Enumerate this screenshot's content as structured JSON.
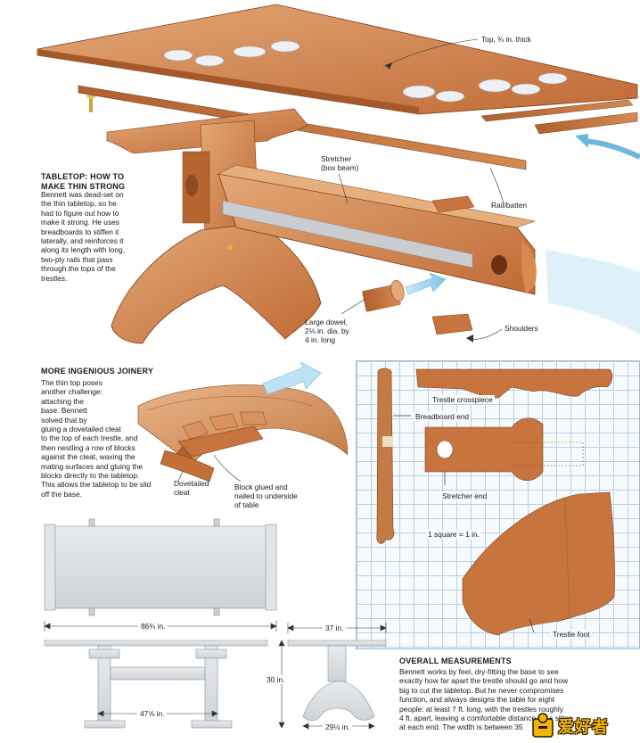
{
  "callouts": {
    "top": "Top, ¾ in. thick",
    "stretcher": "Stretcher\n(box beam)",
    "rail": "Rail/batten",
    "dowel": "Large dowel,\n2⅛ in. dia. by\n4 in. long",
    "shoulders": "Shoulders",
    "dovetailed_cleat": "Dovetailed\ncleat",
    "block_glued": "Block glued and\nnailed to underside\nof table"
  },
  "sections": {
    "tabletop": {
      "heading": "TABLETOP: HOW TO\nMAKE THIN STRONG",
      "body": "Bennett was dead-set on\nthe thin tabletop, so he\nhad to figure out how to\nmake it strong. He uses\nbreadboards to stiffen it\nlaterally, and reinforces it\nalong its length with long,\ntwo-ply rails that pass\nthrough the tops of the\ntrestles."
    },
    "joinery": {
      "heading": "MORE INGENIOUS JOINERY",
      "body": "The thin top poses\nanother challenge:\nattaching the\nbase. Bennett\nsolved that by\ngluing a dovetailed cleat\nto the top of each trestle, and\nthen nestling a row of blocks\nagainst the cleat, waxing the\nmating surfaces and gluing the\nblocks directly to the tabletop.\nThis allows the tabletop to be slid\noff the base."
    },
    "overall": {
      "heading": "OVERALL MEASUREMENTS",
      "body": "Bennett works by feel, dry-fitting the base to see\nexactly how far apart the trestle should go and how\nbig to cut the tabletop. But he never compromises\nfunction, and always designs the table for eight\npeople: at least 7 ft. long, with the trestles roughly\n4 ft. apart, leaving a comfortable distance for a sitter\nat each end. The width is between 35"
    }
  },
  "pattern": {
    "trestle_crosspiece": "Trestle crosspiece",
    "breadboard_end": "Breadboard end",
    "stretcher_end": "Stretcher end",
    "scale": "1 square = 1 in.",
    "trestle_foot": "Trestle foot"
  },
  "dimensions": {
    "length": "86¾ in.",
    "width": "37 in.",
    "height": "30 in.",
    "trestle_spacing": "47⅝ in.",
    "foot_width": "29½ in."
  },
  "watermark": "爱好者",
  "colors": {
    "wood": "#c8743e",
    "wood_light": "#dca06a",
    "wood_dark": "#8e4a22",
    "arrow_blue": "#7ec3e6",
    "grid_line": "#b9cfe3",
    "drawing_gray": "#d9dde0"
  }
}
